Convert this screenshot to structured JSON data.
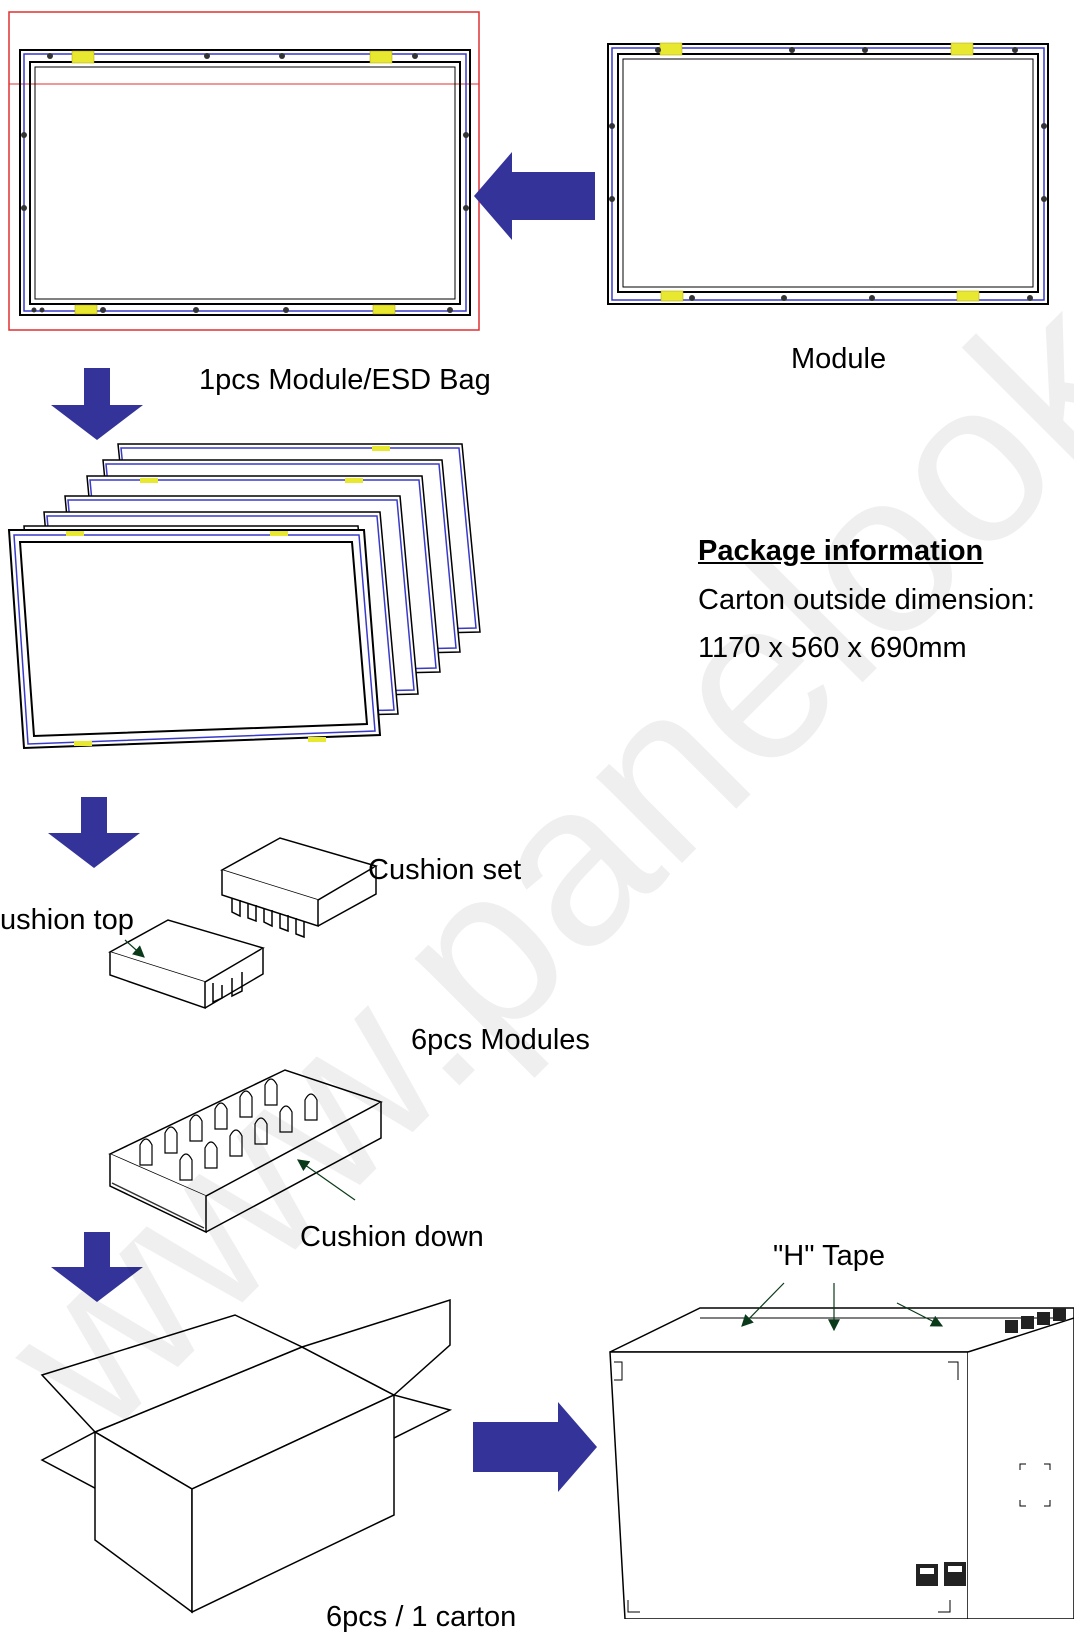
{
  "labels": {
    "module": "Module",
    "module_bag": "1pcs Module/ESD Bag",
    "cushion_set": "Cushion set",
    "cushion_top": "ushion top",
    "six_modules": "6pcs Modules",
    "cushion_down": "Cushion down",
    "h_tape": "\"H\" Tape",
    "per_carton": "6pcs / 1 carton"
  },
  "package_info": {
    "title": "Package information",
    "line1": "Carton outside dimension:",
    "line2": "1170 x 560 x 690mm"
  },
  "watermark": "www.panelook.com",
  "colors": {
    "arrow": "#33339a",
    "frame_blue": "#3a3ac8",
    "tape": "#e8e830",
    "highlight_box": "#e03030",
    "leader": "#0a3a1a"
  }
}
